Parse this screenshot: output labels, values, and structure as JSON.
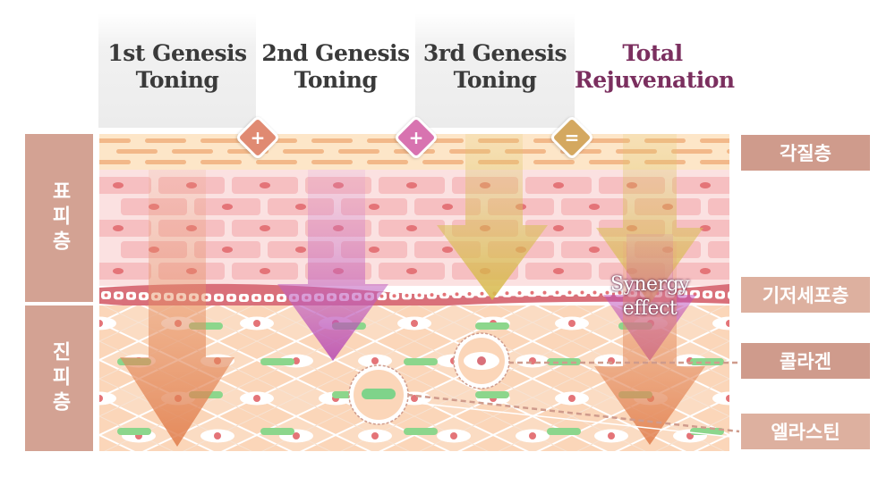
{
  "headers": [
    {
      "line1": "1st Genesis",
      "line2": "Toning"
    },
    {
      "line1": "2nd Genesis",
      "line2": "Toning"
    },
    {
      "line1": "3rd Genesis",
      "line2": "Toning"
    },
    {
      "line1": "Total",
      "line2": "Rejuvenation"
    }
  ],
  "operators": [
    {
      "symbol": "+",
      "color": "#e08a72",
      "icon": "plus-icon"
    },
    {
      "symbol": "+",
      "color": "#d873b0",
      "icon": "plus-icon"
    },
    {
      "symbol": "=",
      "color": "#d4a860",
      "icon": "equals-icon"
    }
  ],
  "left_labels": {
    "epidermis": "표피층",
    "dermis": "진피층"
  },
  "right_labels": {
    "stratum_corneum": "각질층",
    "basal_layer": "기저세포층",
    "collagen": "콜라겐",
    "elastin": "엘라스틴"
  },
  "synergy": {
    "line1": "Synergy",
    "line2": "effect"
  },
  "colors": {
    "arrow_1st": "#e07c4a",
    "arrow_2nd": "#c24fbf",
    "arrow_3rd": "#d7b94a",
    "total_accent": "#7b2f5f",
    "label_bg": "#d3a293"
  }
}
